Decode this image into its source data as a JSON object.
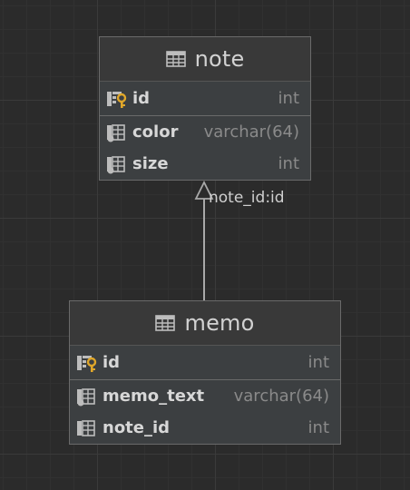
{
  "tables": [
    {
      "name": "note",
      "columns": [
        {
          "name": "id",
          "type": "int",
          "kind": "primary-key"
        },
        {
          "name": "color",
          "type": "varchar(64)",
          "kind": "column"
        },
        {
          "name": "size",
          "type": "int",
          "kind": "column"
        }
      ]
    },
    {
      "name": "memo",
      "columns": [
        {
          "name": "id",
          "type": "int",
          "kind": "primary-key"
        },
        {
          "name": "memo_text",
          "type": "varchar(64)",
          "kind": "column"
        },
        {
          "name": "note_id",
          "type": "int",
          "kind": "column"
        }
      ]
    }
  ],
  "relationship": {
    "from": "memo",
    "to": "note",
    "label": "note_id:id"
  },
  "colors": {
    "background": "#2b2b2b",
    "table_bg": "#3c3f41",
    "key_icon": "#e0a72a",
    "text": "#d7d7d7",
    "type_text": "#8a8a8a"
  }
}
